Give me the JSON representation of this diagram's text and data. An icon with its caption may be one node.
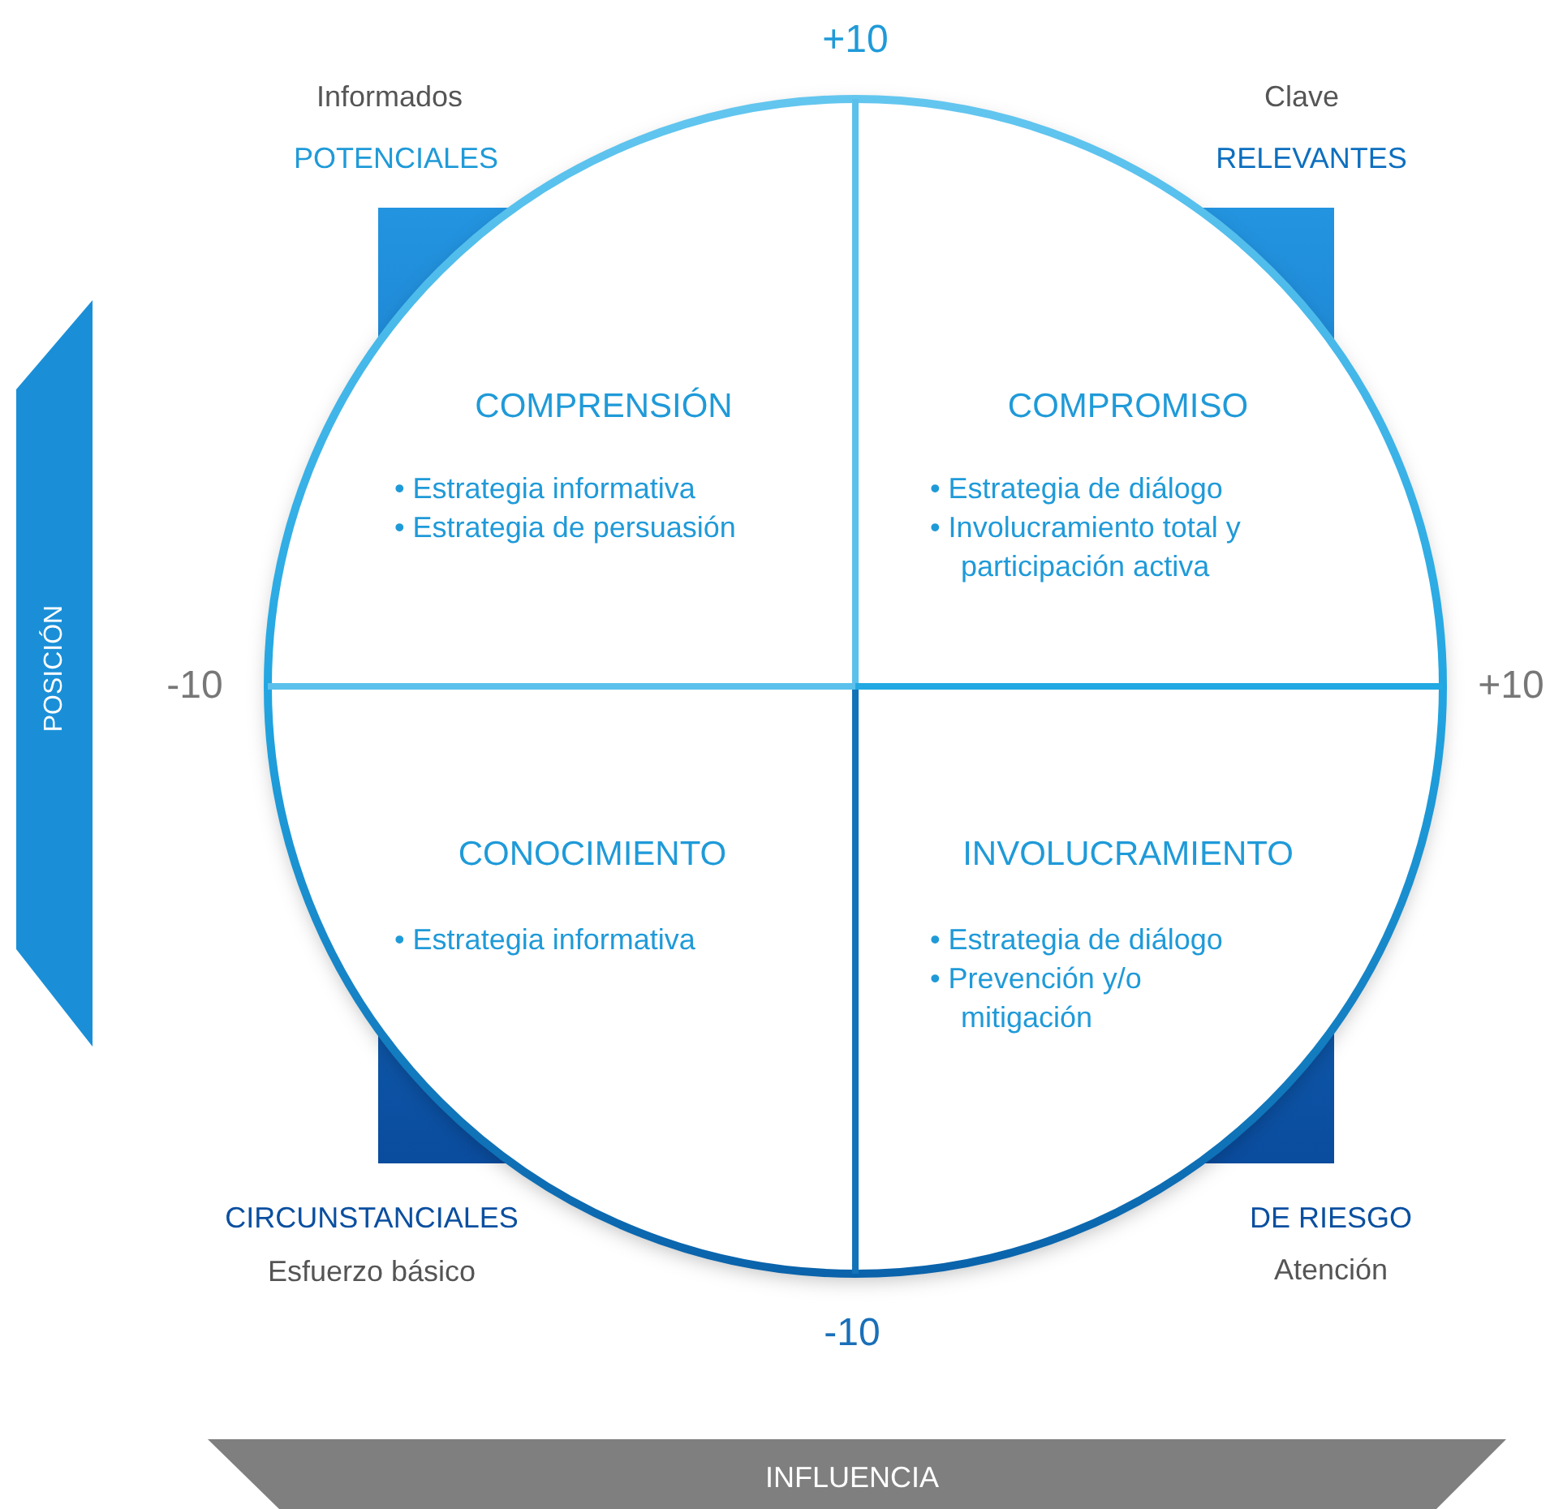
{
  "diagram": {
    "nodes": [
      {
        "text": [
          "COMPRENSIÓN",
          "• Estrategia informativa",
          "• Estrategia de persuasión"
        ]
      },
      {
        "text": [
          "COMPROMISO",
          "• Estrategia de diálogo",
          "• Involucramiento total y participación activa"
        ]
      },
      {
        "text": [
          "CONOCIMIENTO",
          "• Estrategia informativa"
        ]
      },
      {
        "text": [
          "INVOLUCRAMIENTO",
          "• Estrategia de diálogo",
          "• Prevención y/o mitigación"
        ]
      }
    ],
    "labels": [
      "+10",
      "Informados",
      "Clave",
      "POTENCIALES",
      "RELEVANTES",
      "POSICIÓN",
      "-10",
      "+10",
      "CIRCUNSTANCIALES",
      "DE RIESGO",
      "Esfuerzo básico",
      "Atención",
      "-10",
      "INFLUENCIA"
    ]
  }
}
